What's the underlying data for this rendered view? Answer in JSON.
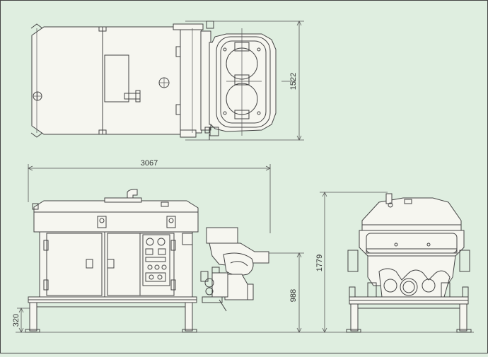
{
  "colors": {
    "background": "#dfeee0",
    "line": "#444444",
    "fill": "#f6f6f0",
    "dim": "#555555"
  },
  "dimensions": {
    "plan_depth": "1522",
    "overall_length": "3067",
    "overall_height": "1779",
    "outlet_height": "988",
    "base_height": "320"
  }
}
